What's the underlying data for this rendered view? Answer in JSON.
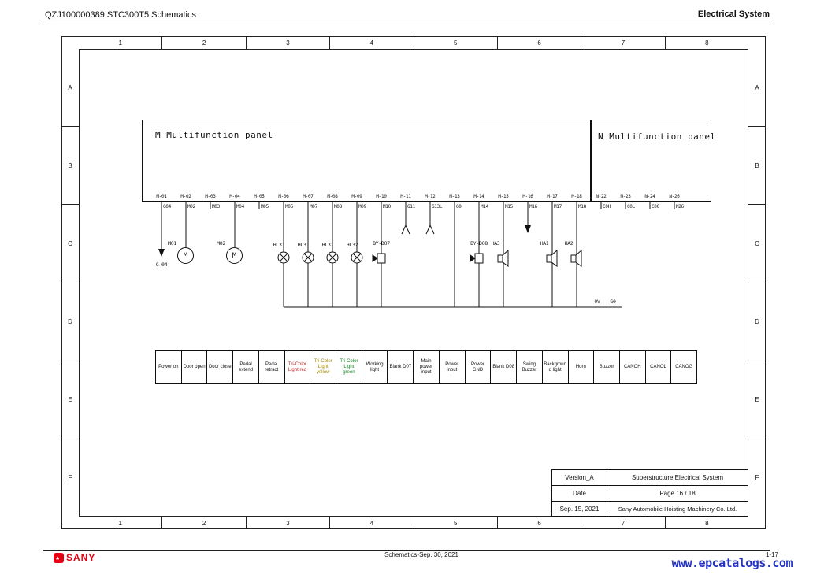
{
  "header": {
    "doc_number": "QZJ100000389 STC300T5 Schematics",
    "section": "Electrical System"
  },
  "frame": {
    "columns": [
      "1",
      "2",
      "3",
      "4",
      "5",
      "6",
      "7",
      "8"
    ],
    "rows": [
      "A",
      "B",
      "C",
      "D",
      "E",
      "F"
    ]
  },
  "panels": {
    "m_title": "M Multifunction panel",
    "n_title": "N Multifunction panel"
  },
  "connector": {
    "pins": [
      {
        "pin": "M-01",
        "wire": "G04"
      },
      {
        "pin": "M-02",
        "wire": "M02"
      },
      {
        "pin": "M-03",
        "wire": "M03"
      },
      {
        "pin": "M-04",
        "wire": "M04"
      },
      {
        "pin": "M-05",
        "wire": "M05"
      },
      {
        "pin": "M-06",
        "wire": "M06"
      },
      {
        "pin": "M-07",
        "wire": "M07"
      },
      {
        "pin": "M-08",
        "wire": "M08"
      },
      {
        "pin": "M-09",
        "wire": "M09"
      },
      {
        "pin": "M-10",
        "wire": "M10"
      },
      {
        "pin": "M-11",
        "wire": "G11"
      },
      {
        "pin": "M-12",
        "wire": "G13L"
      },
      {
        "pin": "M-13",
        "wire": "G0"
      },
      {
        "pin": "M-14",
        "wire": "M14"
      },
      {
        "pin": "M-15",
        "wire": "M15"
      },
      {
        "pin": "M-16",
        "wire": "M16"
      },
      {
        "pin": "M-17",
        "wire": "M17"
      },
      {
        "pin": "M-18",
        "wire": "M18"
      },
      {
        "pin": "N-22",
        "wire": "C0H"
      },
      {
        "pin": "N-23",
        "wire": "C0L"
      },
      {
        "pin": "N-24",
        "wire": "C0G"
      },
      {
        "pin": "N-26",
        "wire": "N26"
      }
    ]
  },
  "components": {
    "ground_label": "G-04",
    "motor_symbol": "M",
    "motor1_label": "M01",
    "motor2_label": "M02",
    "lamps": [
      "HL31",
      "HL31",
      "HL31",
      "HL32"
    ],
    "buzzer1_label": "BY-D07",
    "buzzer2_label": "BY-D08",
    "horn3_label": "HA3",
    "horn1_label": "HA1",
    "horn2_label": "HA2",
    "bus_0v": "0V",
    "bus_g0": "G0"
  },
  "function_table": [
    {
      "label": "Power on"
    },
    {
      "label": "Door open"
    },
    {
      "label": "Door close"
    },
    {
      "label": "Pedal extend"
    },
    {
      "label": "Pedal retract"
    },
    {
      "label": "Tri-Color Light red",
      "color": "#c22222"
    },
    {
      "label": "Tri-Color Light yellow",
      "color": "#a08800"
    },
    {
      "label": "Tri-Color Light green",
      "color": "#118822"
    },
    {
      "label": "Working light"
    },
    {
      "label": "Blank D07"
    },
    {
      "label": "Main power input"
    },
    {
      "label": "Power input"
    },
    {
      "label": "Power GND"
    },
    {
      "label": "Blank D08"
    },
    {
      "label": "Swing Buzzer"
    },
    {
      "label": "Background light"
    },
    {
      "label": "Horn"
    },
    {
      "label": "Buzzer"
    },
    {
      "label": "CANOH"
    },
    {
      "label": "CANOL"
    },
    {
      "label": "CANOG"
    }
  ],
  "title_block": {
    "version": "Version_A",
    "system_title": "Superstructure Electrical System",
    "date_label": "Date",
    "page_info": "Page 16 / 18",
    "date_value": "Sep. 15, 2021",
    "company": "Sany Automobile Hoisting Machinery Co.,Ltd."
  },
  "footer": {
    "brand": "SANY",
    "brand_color": "#e60012",
    "center_text": "Schematics-Sep. 30, 2021",
    "page_number": "1-17",
    "watermark": "www.epcatalogs.com",
    "watermark_color": "#2433c6"
  }
}
